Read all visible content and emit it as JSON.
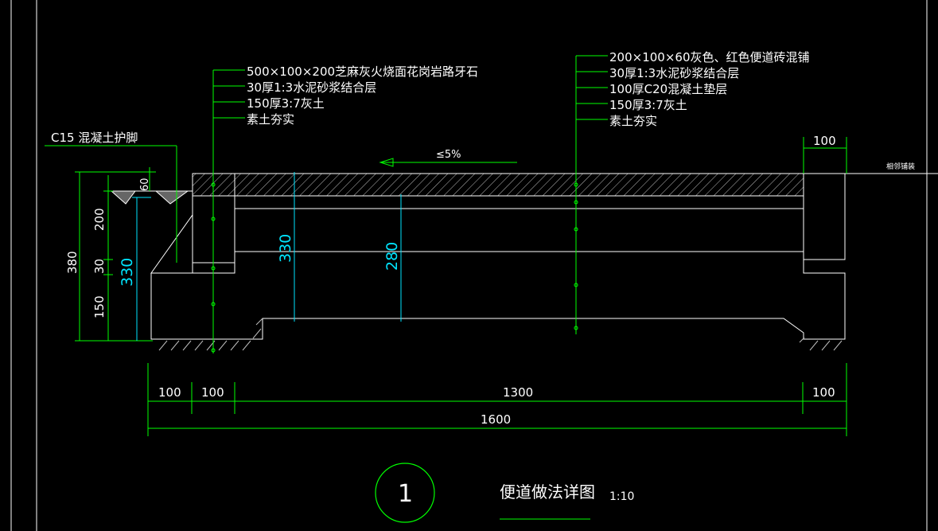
{
  "left_notes": [
    "500×100×200芝麻灰火烧面花岗岩路牙石",
    "30厚1:3水泥砂浆结合层",
    "150厚3:7灰土",
    "素土夯实"
  ],
  "right_notes": [
    "200×100×60灰色、红色便道砖混铺",
    "30厚1:3水泥砂浆结合层",
    "100厚C20混凝土垫层",
    "150厚3:7灰土",
    "素土夯实"
  ],
  "footing_label": "C15 混凝土护脚",
  "slope_label": "≤5%",
  "side_label": "相邻铺装",
  "dims": {
    "top_right": "100",
    "h_60": "60",
    "h_200": "200",
    "h_30": "30",
    "h_150": "150",
    "h_380": "380",
    "h_330_left": "330",
    "h_330_mid": "330",
    "h_280": "280",
    "w_100_a": "100",
    "w_100_b": "100",
    "w_1300": "1300",
    "w_100_c": "100",
    "w_1600": "1600"
  },
  "title": {
    "number": "1",
    "name": "便道做法详图",
    "scale": "1:10"
  },
  "colors": {
    "background": "#000000",
    "leader": "#00ff00",
    "outline": "#ffffff",
    "dimension_cyan": "#00e5ff"
  }
}
